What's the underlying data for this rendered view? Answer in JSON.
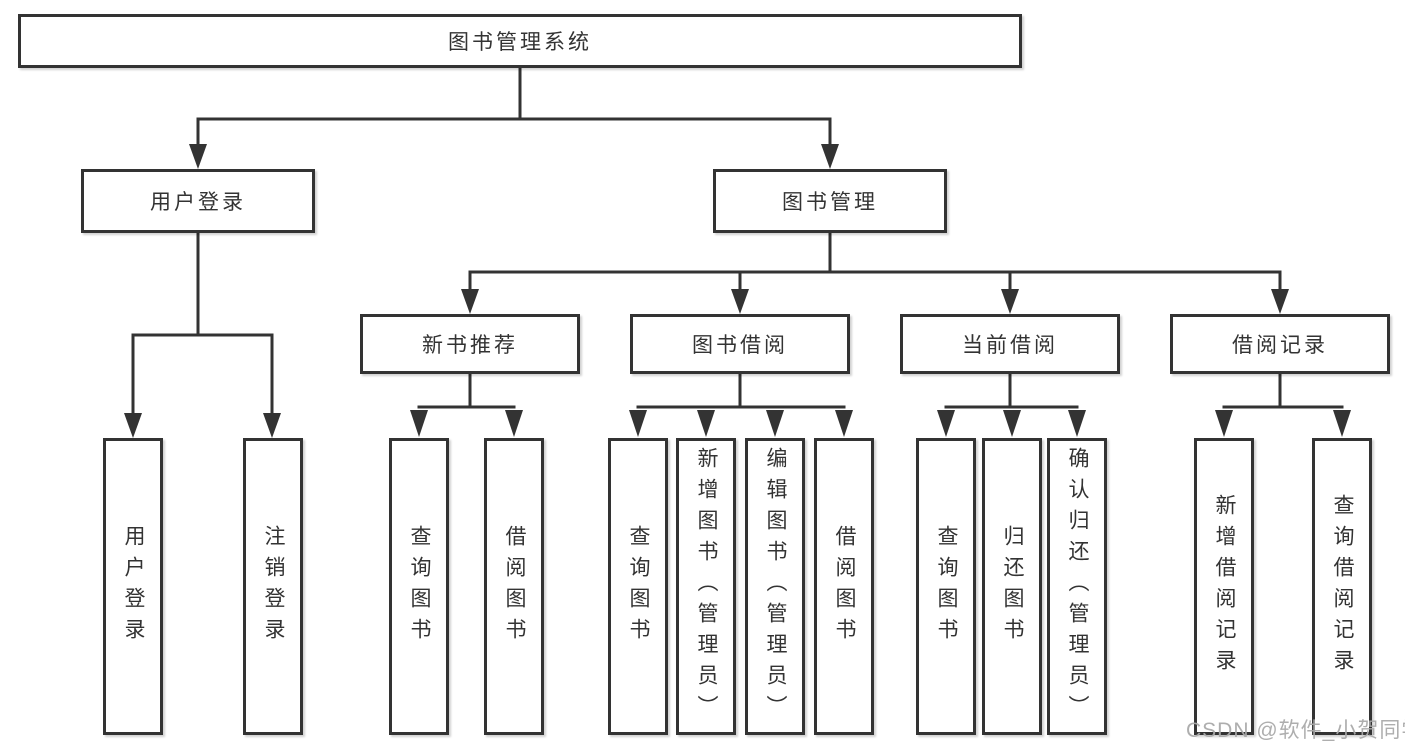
{
  "diagram": {
    "root": "图书管理系统",
    "level2": {
      "user_login": "用户登录",
      "book_management": "图书管理"
    },
    "level3": [
      "新书推荐",
      "图书借阅",
      "当前借阅",
      "借阅记录"
    ],
    "leaves": {
      "login": [
        "用户登录",
        "注销登录"
      ],
      "recommend": [
        "查询图书",
        "借阅图书"
      ],
      "borrow": [
        "查询图书",
        "新增图书（管理员）",
        "编辑图书（管理员）",
        "借阅图书"
      ],
      "current": [
        "查询图书",
        "归还图书",
        "确认归还（管理员）"
      ],
      "records": [
        "新增借阅记录",
        "查询借阅记录"
      ]
    },
    "colors": {
      "line": "#333333",
      "box_border": "#333333",
      "text": "#333333",
      "background": "#ffffff",
      "watermark": "#aaaaaa"
    }
  },
  "watermark": {
    "text": "CSDN @软件_小贺同学"
  }
}
